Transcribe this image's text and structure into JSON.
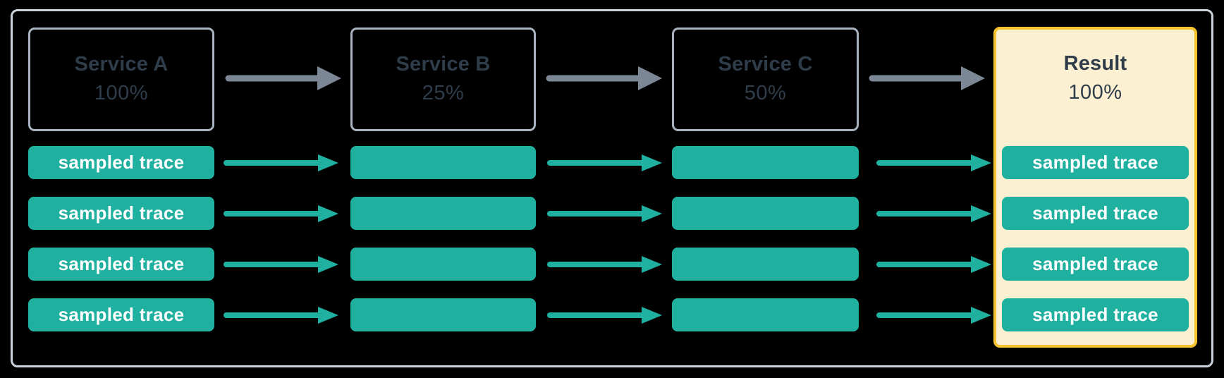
{
  "diagram": {
    "columns": [
      {
        "label": "Service A",
        "percent": "100%"
      },
      {
        "label": "Service B",
        "percent": "25%"
      },
      {
        "label": "Service C",
        "percent": "50%"
      },
      {
        "label": "Result",
        "percent": "100%"
      }
    ],
    "trace_label": "sampled trace",
    "row_count": 4,
    "colors": {
      "teal": "#1FB0A0",
      "slate_arrow": "#7B8794",
      "box_border": "#A8B3BF",
      "frame_border": "#CAD3DC",
      "heading_text": "#2F3D4A",
      "result_bg": "#FBF0D1",
      "result_border": "#F5C230",
      "pill_text": "#FFFFFF",
      "background": "#000000"
    }
  }
}
